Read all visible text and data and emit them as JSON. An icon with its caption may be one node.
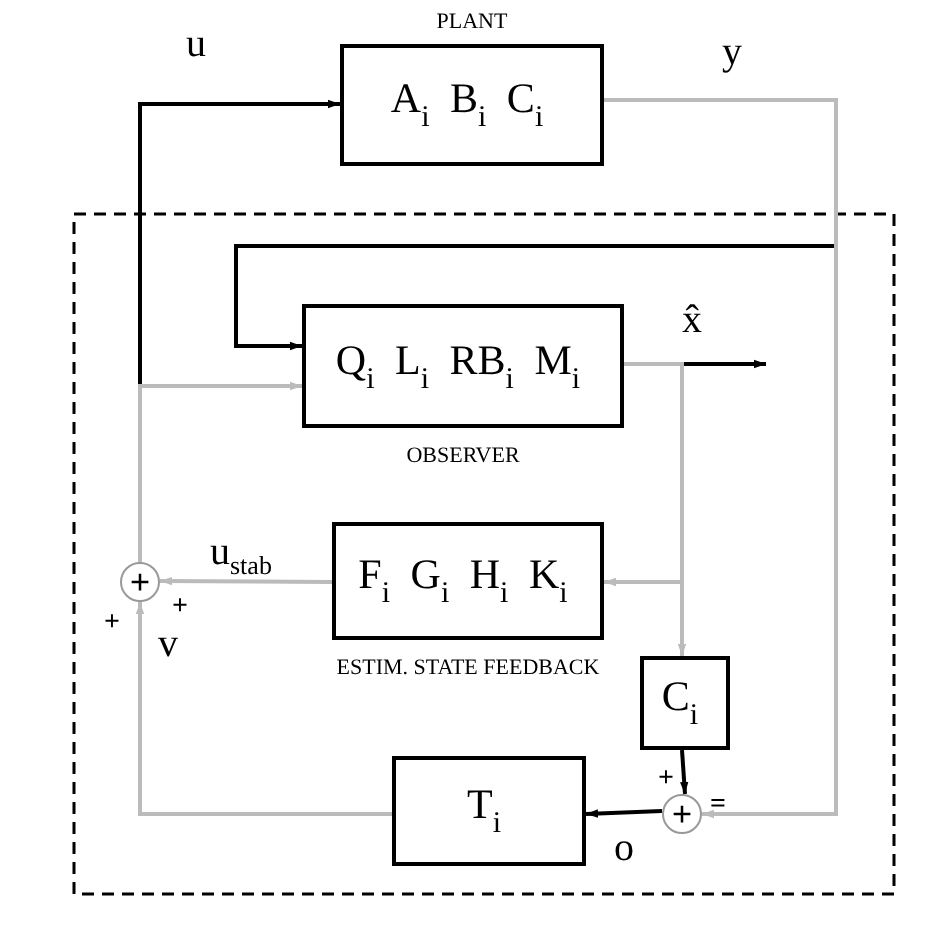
{
  "diagram": {
    "nodes": [
      {
        "text": [
          "PLANT",
          "A$_{i}$ B$_{i}$ C$_{i}$"
        ]
      },
      {
        "text": [
          "Q$_{i}$ L$_{i}$ RB$_{i}$ M$_{i}$",
          "OBSERVER"
        ]
      },
      {
        "text": [
          "F$_{i}$ G$_{i}$ H$_{i}$ K$_{i}$",
          "ESTIM. STATE FEEDBACK"
        ]
      },
      {
        "text": [
          "C$_{i}$"
        ]
      },
      {
        "text": [
          "T$_{i}$"
        ]
      },
      {
        "text": [
          "+"
        ]
      },
      {
        "text": [
          "+"
        ]
      }
    ],
    "edges": [
      {
        "from": 5,
        "to": 0,
        "arrow": "to",
        "label": "u",
        "color": "#000000"
      },
      {
        "from": 5,
        "to": 1,
        "arrow": "to"
      },
      {
        "from": 0,
        "to": 1,
        "arrow": "to",
        "color": "#000000"
      },
      {
        "from": 0,
        "to": 6,
        "arrow": "to",
        "label": "y"
      },
      {
        "from": 1,
        "to": null,
        "arrow": "to",
        "label": "x̂",
        "color": "#000000"
      },
      {
        "from": 1,
        "to": 3,
        "arrow": "to"
      },
      {
        "from": 1,
        "to": 2,
        "arrow": "to"
      },
      {
        "from": 2,
        "to": 5,
        "arrow": "to",
        "label": "u$_{stab}$"
      },
      {
        "from": 3,
        "to": 6,
        "arrow": "to",
        "color": "#000000"
      },
      {
        "from": 6,
        "to": 4,
        "arrow": "to",
        "label": "o",
        "color": "#000000"
      },
      {
        "from": 4,
        "to": 5,
        "arrow": "to",
        "label": "v"
      }
    ],
    "labels": [
      "+",
      "+",
      "+",
      "="
    ]
  }
}
